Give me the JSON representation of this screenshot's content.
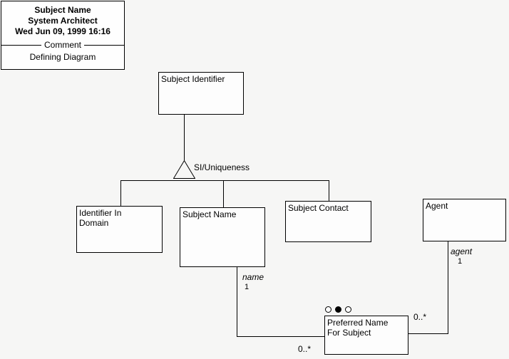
{
  "header": {
    "title": "Subject Name",
    "tool": "System Architect",
    "timestamp": "Wed Jun 09, 1999  16:16",
    "divider_label": "Comment",
    "subtitle": "Defining Diagram"
  },
  "nodes": {
    "subject_identifier": {
      "label": "Subject Identifier"
    },
    "identifier_in_domain": {
      "line1": "Identifier In",
      "line2": "Domain"
    },
    "subject_name": {
      "label": "Subject Name"
    },
    "subject_contact": {
      "label": "Subject Contact"
    },
    "agent": {
      "label": "Agent"
    },
    "preferred_name": {
      "line1": "Preferred Name",
      "line2": "For Subject"
    }
  },
  "connector": {
    "label": "SI/Uniqueness"
  },
  "associations": {
    "name_role": "name",
    "name_cardinality": "1",
    "name_multiplicity": "0..*",
    "agent_role": "agent",
    "agent_cardinality": "1",
    "agent_multiplicity": "0..*"
  },
  "colors": {
    "line": "#000000",
    "background": "#f6f6f5",
    "node_fill": "#fdfdfd"
  }
}
